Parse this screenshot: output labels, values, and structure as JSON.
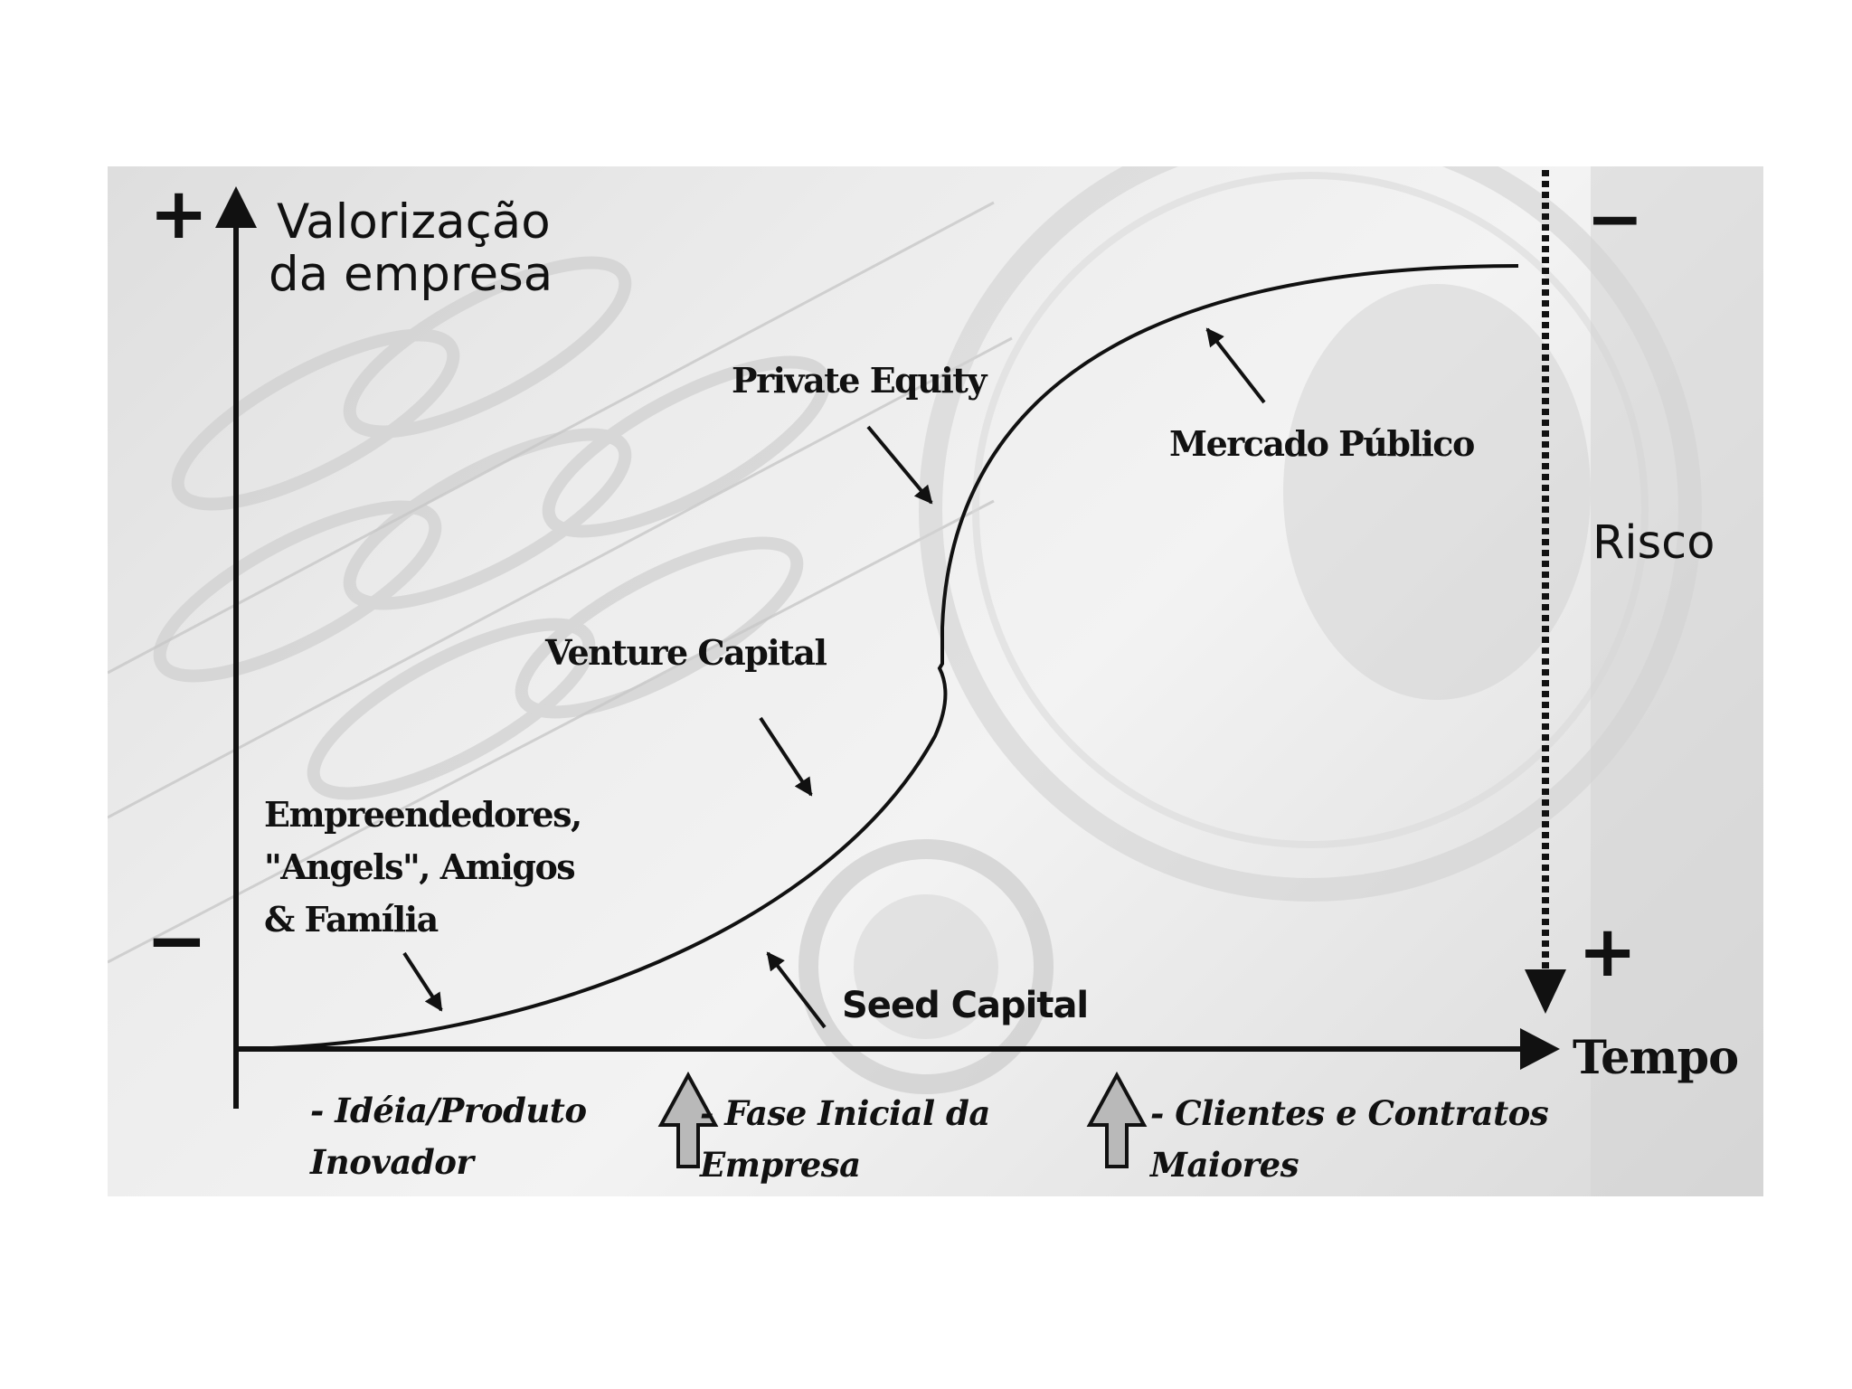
{
  "y_axis": {
    "title_line1": "Valorização",
    "title_line2": "da empresa",
    "sign_top": "+",
    "sign_bottom": "−"
  },
  "x_axis": {
    "title": "Tempo"
  },
  "risk_axis": {
    "title": "Risco",
    "sign_top": "−",
    "sign_bottom": "+"
  },
  "stages": {
    "empreendedores_line1": "Empreendedores,",
    "empreendedores_line2": "\"Angels\", Amigos",
    "empreendedores_line3": "& Família",
    "seed": "Seed Capital",
    "venture": "Venture Capital",
    "private_equity": "Private Equity",
    "mercado_publico": "Mercado Público"
  },
  "milestones": {
    "m1_line1": "- Idéia/Produto",
    "m1_line2": "Inovador",
    "m2_line1": "- Fase Inicial da",
    "m2_line2": "Empresa",
    "m3_line1": "- Clientes e Contratos",
    "m3_line2": "Maiores"
  },
  "colors": {
    "ink": "#111111",
    "milestone_arrow_fill": "#b9b9b9",
    "background": "#e6e6e6"
  }
}
